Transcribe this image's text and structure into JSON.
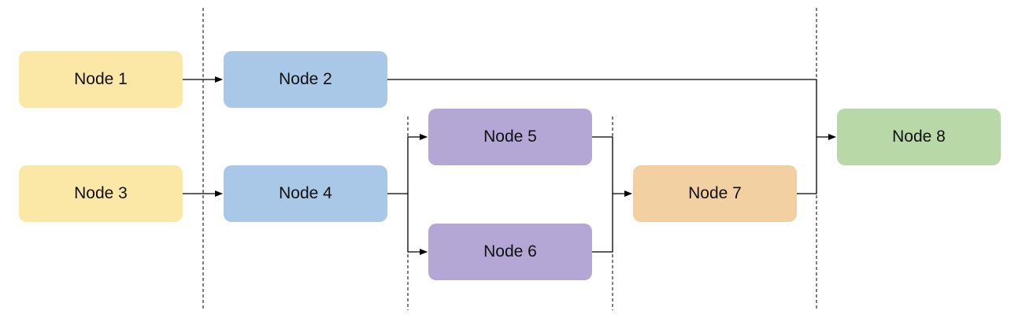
{
  "nodes": {
    "n1": {
      "label": "Node 1",
      "color": "#fce8a6"
    },
    "n2": {
      "label": "Node 2",
      "color": "#a9c7e6"
    },
    "n3": {
      "label": "Node 3",
      "color": "#fce8a6"
    },
    "n4": {
      "label": "Node 4",
      "color": "#a9c7e6"
    },
    "n5": {
      "label": "Node 5",
      "color": "#b4a7d6"
    },
    "n6": {
      "label": "Node 6",
      "color": "#b4a7d6"
    },
    "n7": {
      "label": "Node 7",
      "color": "#f2d0a2"
    },
    "n8": {
      "label": "Node 8",
      "color": "#b8d8a8"
    }
  },
  "edges": [
    {
      "from": "Node 1",
      "to": "Node 2"
    },
    {
      "from": "Node 2",
      "to": "Node 8"
    },
    {
      "from": "Node 3",
      "to": "Node 4"
    },
    {
      "from": "Node 4",
      "to": "Node 5"
    },
    {
      "from": "Node 4",
      "to": "Node 6"
    },
    {
      "from": "Node 5",
      "to": "Node 7"
    },
    {
      "from": "Node 6",
      "to": "Node 7"
    },
    {
      "from": "Node 7",
      "to": "Node 8"
    }
  ],
  "line_color": "#000000"
}
